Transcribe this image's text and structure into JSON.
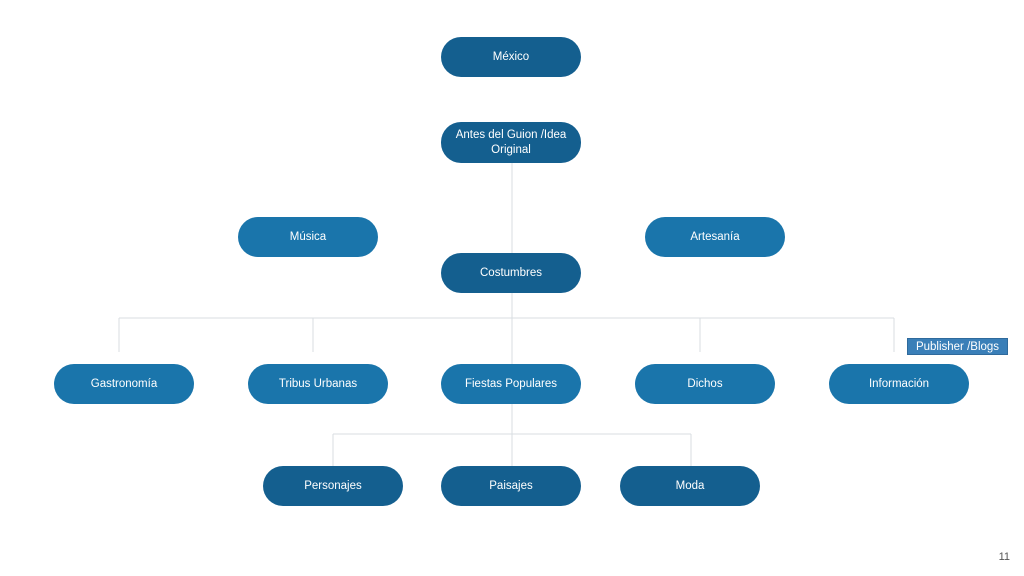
{
  "nodes": {
    "mexico": "México",
    "antes_line1": "Antes del Guion /Idea",
    "antes_line2": "Original",
    "musica": "Música",
    "artesania": "Artesanía",
    "costumbres": "Costumbres",
    "gastronomia": "Gastronomía",
    "tribus": "Tribus Urbanas",
    "fiestas": "Fiestas Populares",
    "dichos": "Dichos",
    "informacion": "Información",
    "personajes": "Personajes",
    "paisajes": "Paisajes",
    "moda": "Moda"
  },
  "tag": {
    "publisher": "Publisher /Blogs"
  },
  "footer": {
    "page_number": "11"
  },
  "colors": {
    "node": "#17679a",
    "connector": "#d9dde2",
    "tag": "#3a7fb8"
  }
}
